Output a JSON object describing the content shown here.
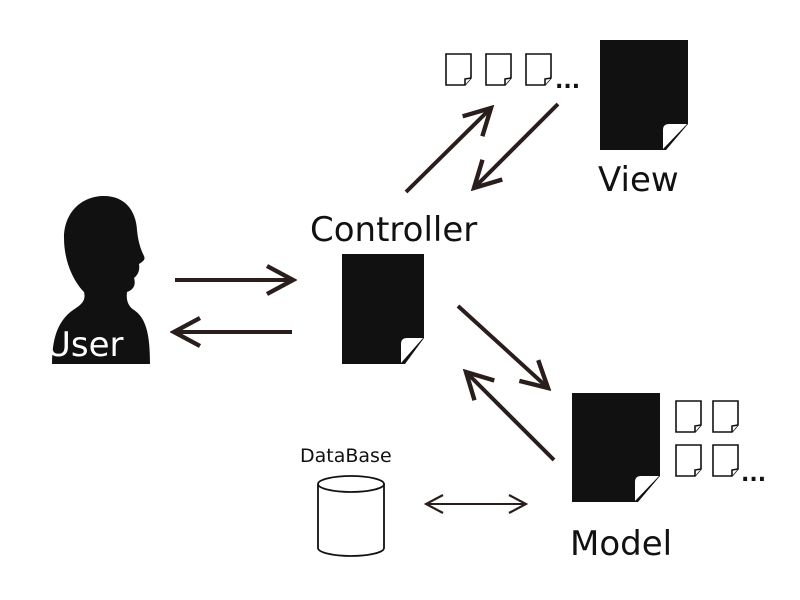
{
  "labels": {
    "user": "User",
    "controller": "Controller",
    "view": "View",
    "model": "Model",
    "database": "DataBase"
  },
  "ellipsis": "...",
  "colors": {
    "ink": "#111111",
    "arrow": "#2a1e1c",
    "background": "#ffffff"
  },
  "icons": {
    "user": "person-silhouette-icon",
    "controller": "document-icon",
    "view": "document-icon",
    "model": "document-icon",
    "database": "cylinder-database-icon",
    "view_files": "small-document-icon",
    "model_files": "small-document-icon"
  }
}
